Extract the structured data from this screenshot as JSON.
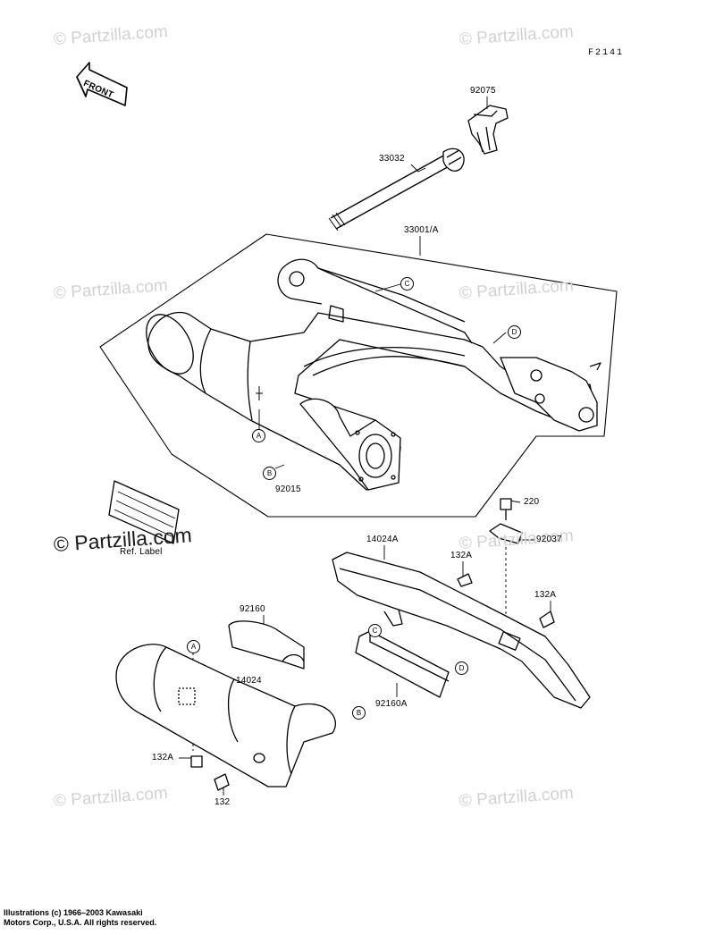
{
  "watermarks": [
    "© Partzilla.com",
    "© Partzilla.com",
    "© Partzilla.com",
    "© Partzilla.com",
    "© Partzilla.com",
    "© Partzilla.com",
    "© Partzilla.com",
    "© Partzilla.com"
  ],
  "diagram_code": "F2141",
  "front_label": "FRONT",
  "parts": {
    "p92075": "92075",
    "p33032": "33032",
    "p33001A": "33001/A",
    "p92015": "92015",
    "p220": "220",
    "p92037": "92037",
    "p14024A": "14024A",
    "p132A_a": "132A",
    "p132A_b": "132A",
    "p92160": "92160",
    "p14024": "14024",
    "p92160A": "92160A",
    "p132A_c": "132A",
    "p132": "132",
    "ref_label": "Ref. Label"
  },
  "markers": {
    "a1": "A",
    "b1": "B",
    "c1": "C",
    "d1": "D",
    "a2": "A",
    "b2": "B",
    "c2": "C",
    "d2": "D"
  },
  "footer": {
    "line1": "Illustrations (c) 1966–2003 Kawasaki",
    "line2": "Motors Corp., U.S.A.  All rights reserved."
  },
  "colors": {
    "ink": "#000000",
    "watermark": "#d2d2d2",
    "background": "#ffffff"
  }
}
